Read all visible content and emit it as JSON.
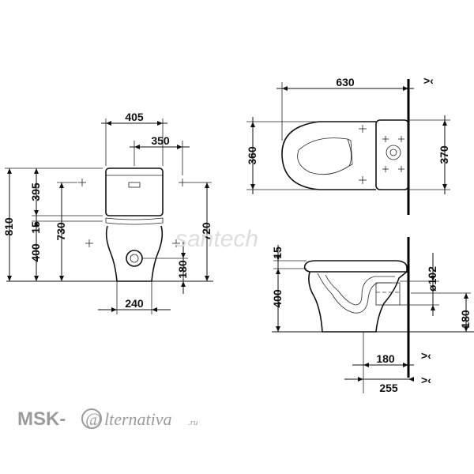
{
  "front_view": {
    "width_total": "405",
    "width_holes": "350",
    "height_total": "810",
    "height_tank": "395",
    "height_gap": "15",
    "height_bowl": "400",
    "height_inner": "730",
    "height_right": "720",
    "outlet_height": "180",
    "base_width": "240"
  },
  "top_view": {
    "length": "630",
    "width_left": "360",
    "width_right": "370",
    "wall_symbol": ">‹"
  },
  "side_view": {
    "gap": "15",
    "height": "400",
    "outlet_diameter": "ø102",
    "outlet_height": "180",
    "distance_a": "180",
    "distance_b": "255",
    "wall_symbol": ">‹"
  },
  "watermark": "santech",
  "logo": {
    "prefix": "MSK-",
    "at_symbol": "@",
    "script": "lternativa",
    "suffix": ".ru"
  }
}
